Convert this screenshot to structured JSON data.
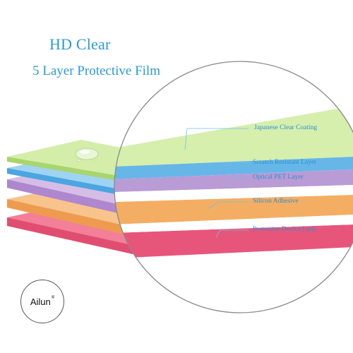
{
  "header": {
    "title": "HD Clear",
    "subtitle": "5 Layer Protective Film"
  },
  "layers": [
    {
      "label": "Japanese Clear Coating",
      "color": "#c8e89a"
    },
    {
      "label": "Scratch Resistant Layer",
      "color": "#7ec3ec"
    },
    {
      "label": "Optical PET Layer",
      "color": "#c9a9de"
    },
    {
      "label": "Silicon Adhesive",
      "color": "#f4b777"
    },
    {
      "label": "Protective Device Liner",
      "color": "#f06e8c"
    }
  ],
  "colors": {
    "text_accent": "#2a9ad8",
    "leader_line": "#6cc0ea",
    "magnifier_ring": "#888888"
  },
  "brand": {
    "name": "Ailun",
    "registered_mark": "®"
  }
}
